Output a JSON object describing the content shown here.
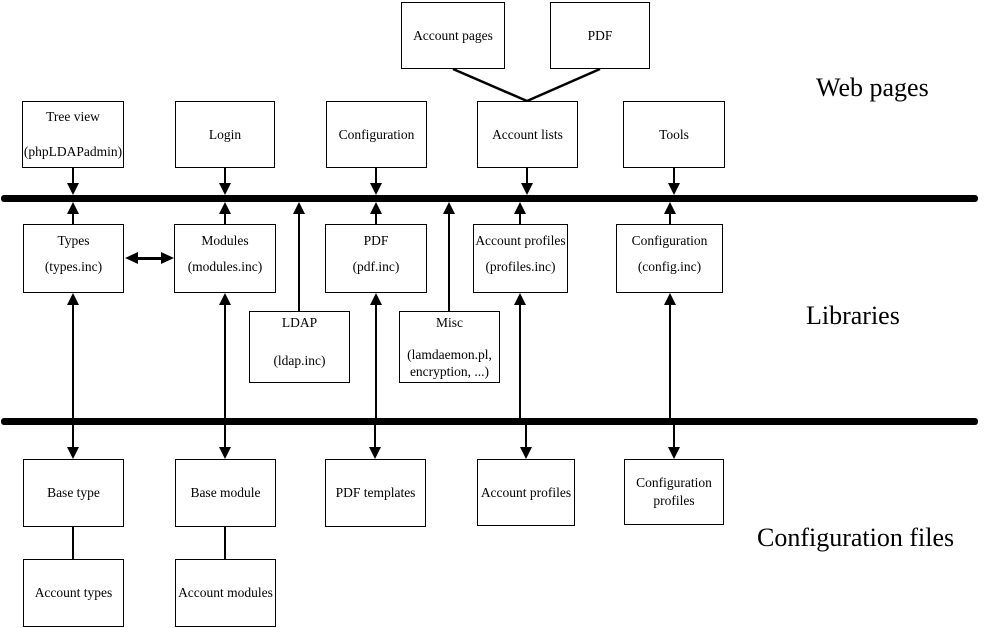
{
  "section_labels": {
    "web_pages": "Web pages",
    "libraries": "Libraries",
    "configuration_files": "Configuration files"
  },
  "boxes": {
    "account_pages": {
      "lines": [
        "Account pages"
      ]
    },
    "pdf_page": {
      "lines": [
        "PDF"
      ]
    },
    "tree_view": {
      "lines": [
        "Tree view",
        "(phpLDAPadmin)"
      ]
    },
    "login": {
      "lines": [
        "Login"
      ]
    },
    "configuration_page": {
      "lines": [
        "Configuration"
      ]
    },
    "account_lists": {
      "lines": [
        "Account lists"
      ]
    },
    "tools": {
      "lines": [
        "Tools"
      ]
    },
    "types": {
      "lines": [
        "Types",
        "(types.inc)"
      ]
    },
    "modules": {
      "lines": [
        "Modules",
        "(modules.inc)"
      ]
    },
    "pdf_lib": {
      "lines": [
        "PDF",
        "(pdf.inc)"
      ]
    },
    "account_profiles_lib": {
      "lines": [
        "Account profiles",
        "(profiles.inc)"
      ]
    },
    "configuration_lib": {
      "lines": [
        "Configuration",
        "(config.inc)"
      ]
    },
    "ldap": {
      "lines": [
        "LDAP",
        "(ldap.inc)"
      ]
    },
    "misc": {
      "lines": [
        "Misc",
        "(lamdaemon.pl,",
        "encryption, ...)"
      ]
    },
    "base_type": {
      "lines": [
        "Base type"
      ]
    },
    "base_module": {
      "lines": [
        "Base module"
      ]
    },
    "pdf_templates": {
      "lines": [
        "PDF templates"
      ]
    },
    "account_profiles_files": {
      "lines": [
        "Account profiles"
      ]
    },
    "configuration_profiles": {
      "lines": [
        "Configuration",
        "profiles"
      ]
    },
    "account_types": {
      "lines": [
        "Account types"
      ]
    },
    "account_modules": {
      "lines": [
        "Account modules"
      ]
    }
  },
  "connectors": {
    "web_pages_to_bus": [
      "Tree view",
      "Login",
      "Configuration",
      "Account lists",
      "Tools"
    ],
    "libraries_to_bus": [
      "Types",
      "Modules",
      "PDF",
      "Account profiles",
      "Configuration",
      "LDAP",
      "Misc"
    ],
    "bus_to_libraries": [
      "Types",
      "Modules",
      "PDF",
      "Account profiles",
      "Configuration"
    ],
    "bus_to_configuration_files": [
      "Base type",
      "Base module",
      "PDF templates",
      "Account profiles",
      "Configuration profiles"
    ],
    "plain_links": [
      [
        "Account pages",
        "Account lists"
      ],
      [
        "PDF",
        "Account lists"
      ],
      [
        "Base type",
        "Account types"
      ],
      [
        "Base module",
        "Account modules"
      ]
    ],
    "bidirectional_links": [
      [
        "Types",
        "Modules"
      ]
    ]
  },
  "colors": {
    "line": "#000000",
    "background": "#ffffff",
    "box_border": "#000000",
    "text": "#000000"
  }
}
